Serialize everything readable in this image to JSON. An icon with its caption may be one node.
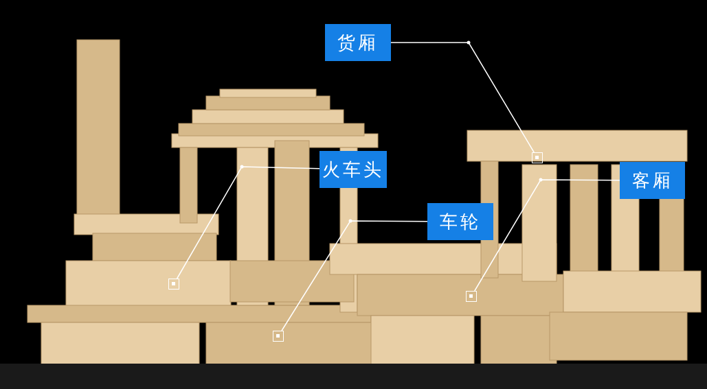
{
  "diagram": {
    "nodes": [
      {
        "text": [
          "货厢"
        ]
      },
      {
        "text": [
          "火车头"
        ]
      },
      {
        "text": [
          "车轮"
        ]
      },
      {
        "text": [
          "客厢"
        ]
      },
      {
        "text": [],
        "shape": "box"
      },
      {
        "text": [],
        "shape": "box"
      },
      {
        "text": [],
        "shape": "box"
      },
      {
        "text": [],
        "shape": "box"
      }
    ],
    "edges": [
      {
        "from": 0,
        "to": 4,
        "arrow": "none"
      },
      {
        "from": 1,
        "to": 5,
        "arrow": "none"
      },
      {
        "from": 2,
        "to": 6,
        "arrow": "none"
      },
      {
        "from": 3,
        "to": 7,
        "arrow": "none"
      }
    ]
  }
}
